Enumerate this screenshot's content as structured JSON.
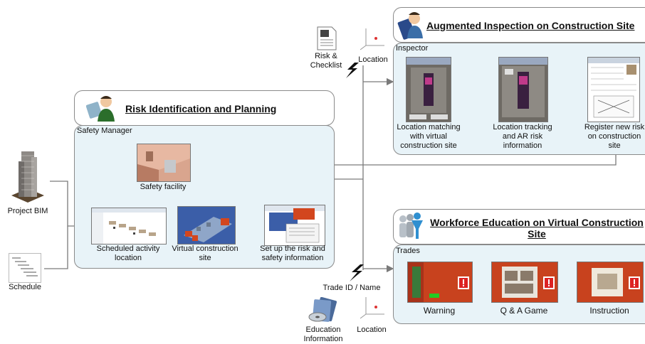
{
  "left": {
    "project_bim": "Project BIM",
    "schedule": "Schedule"
  },
  "risk_panel": {
    "title": "Risk Identification and Planning",
    "role": "Safety Manager",
    "safety_facility": "Safety facility",
    "scheduled_activity": "Scheduled activity\nlocation",
    "virtual_site": "Virtual construction\nsite",
    "setup_risk": "Set up the risk and\nsafety information"
  },
  "top_icons": {
    "risk_checklist": "Risk &\nChecklist",
    "location": "Location"
  },
  "ar_panel": {
    "title": "Augmented Inspection on Construction Site",
    "role": "Inspector",
    "item1": "Location matching\nwith virtual\nconstruction site",
    "item2": "Location tracking\nand AR risk\ninformation",
    "item3": "Register new risk\non construction\nsite"
  },
  "bottom_icons": {
    "trade": "Trade ID / Name",
    "education": "Education\nInformation",
    "location": "Location"
  },
  "edu_panel": {
    "title": "Workforce Education on Virtual Construction\nSite",
    "role": "Trades",
    "item1": "Warning",
    "item2": "Q & A Game",
    "item3": "Instruction"
  },
  "colors": {
    "panel_fill": "#e8f3f8",
    "arrow": "#7a7a7a",
    "game_red": "#c8421e"
  }
}
